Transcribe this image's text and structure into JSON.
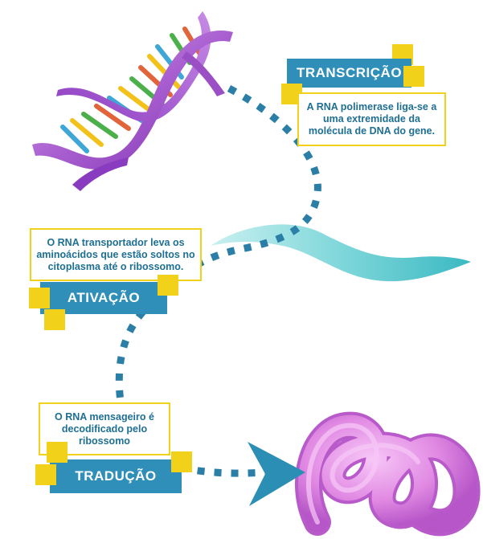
{
  "steps": {
    "transcricao": {
      "title": "TRANSCRIÇÃO",
      "description": "A RNA polimerase liga-se a uma extremidade da molécula de DNA do gene."
    },
    "ativacao": {
      "title": "ATIVAÇÃO",
      "description": "O RNA transportador leva os aminoácidos que estão soltos no citoplasma até o ribossomo."
    },
    "traducao": {
      "title": "TRADUÇÃO",
      "description": "O RNA mensageiro é decodificado pelo ribossomo"
    }
  },
  "colors": {
    "label_blue": "#2f8fb8",
    "box_border_yellow": "#f2d11a",
    "text_blue": "#1e6f93",
    "path_dots": "#2b7fa6",
    "dna_purple": "#9b4fc4",
    "trna_teal": "#5ec8cf",
    "protein_pink": "#e58be6"
  }
}
